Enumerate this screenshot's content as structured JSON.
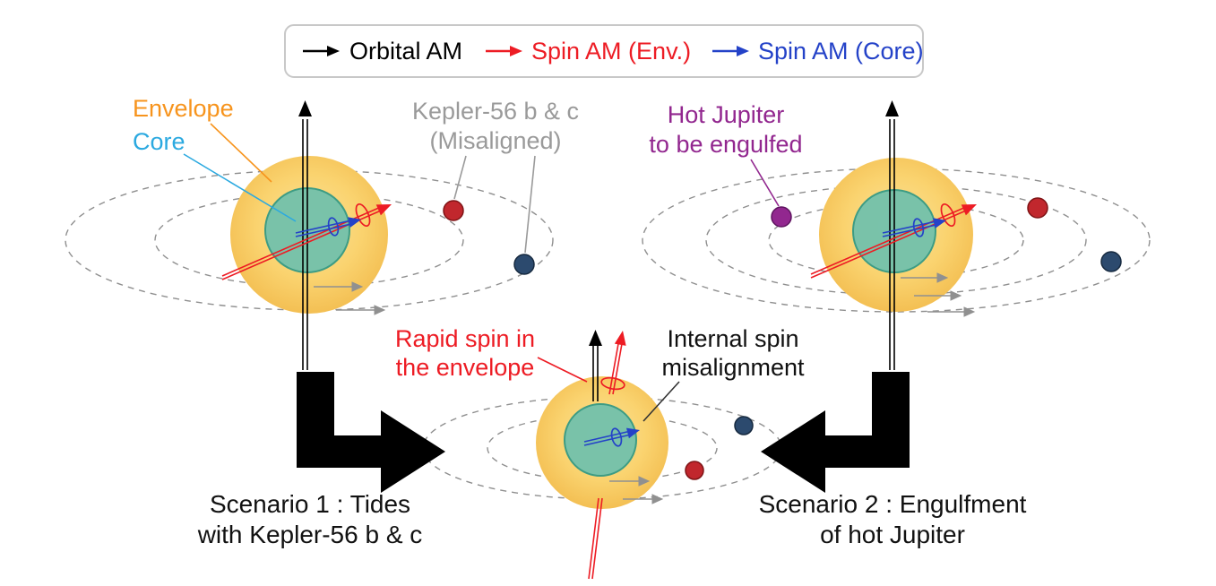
{
  "colors": {
    "red": "#ED1C24",
    "blue": "#2442C8",
    "cyan": "#2BA9E0",
    "orange": "#F7941D",
    "purple": "#92278F",
    "gray": "#9A9A9A",
    "orbit_gray": "#8f8f8f",
    "navy_planet": "#2C4A6E",
    "red_planet": "#C1272D",
    "star_envelope": "#FAD36F",
    "star_core": "#74C1AB",
    "black": "#000000"
  },
  "legend": {
    "orbital_am": "Orbital AM",
    "spin_am_env": "Spin AM (Env.)",
    "spin_am_core": "Spin AM (Core)"
  },
  "left_panel": {
    "envelope_label": "Envelope",
    "core_label": "Core",
    "planets_label": "Kepler-56 b &  c",
    "planets_sublabel": "(Misaligned)"
  },
  "right_panel": {
    "hot_jupiter_label": "Hot Jupiter",
    "hot_jupiter_sublabel": "to be engulfed"
  },
  "center_panel": {
    "rapid_spin_line1": "Rapid spin in",
    "rapid_spin_line2": "the envelope",
    "misalign_line1": "Internal spin",
    "misalign_line2": "misalignment"
  },
  "captions": {
    "scenario1_line1": "Scenario 1 : Tides",
    "scenario1_line2": "with Kepler-56 b & c",
    "scenario2_line1": "Scenario 2 : Engulfment",
    "scenario2_line2": "of hot Jupiter"
  }
}
